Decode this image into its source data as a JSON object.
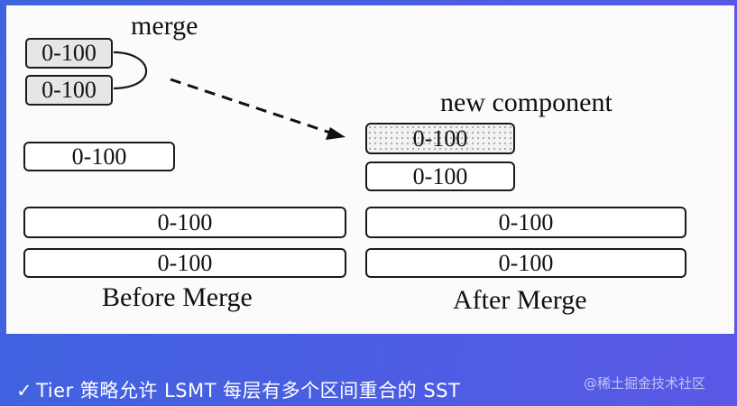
{
  "diagram": {
    "merge_label": "merge",
    "new_component_label": "new component",
    "before": {
      "caption": "Before Merge",
      "merging_components": [
        "0-100",
        "0-100"
      ],
      "levels": [
        {
          "components": [
            "0-100"
          ]
        },
        {
          "components": [
            "0-100"
          ]
        },
        {
          "components": [
            "0-100"
          ]
        }
      ]
    },
    "after": {
      "caption": "After Merge",
      "new_component": "0-100",
      "levels": [
        {
          "components": [
            "0-100"
          ]
        },
        {
          "components": [
            "0-100"
          ]
        },
        {
          "components": [
            "0-100"
          ]
        }
      ]
    }
  },
  "footer": {
    "check_icon": "✓",
    "caption": "Tier 策略允许 LSMT 每层有多个区间重合的 SST",
    "credit": "@稀土掘金技术社区"
  },
  "colors": {
    "background_blue": "#4a5ee2",
    "panel": "#fbfbfb",
    "grey_box": "#e6e6e6",
    "stroke": "#1a1a1a"
  }
}
